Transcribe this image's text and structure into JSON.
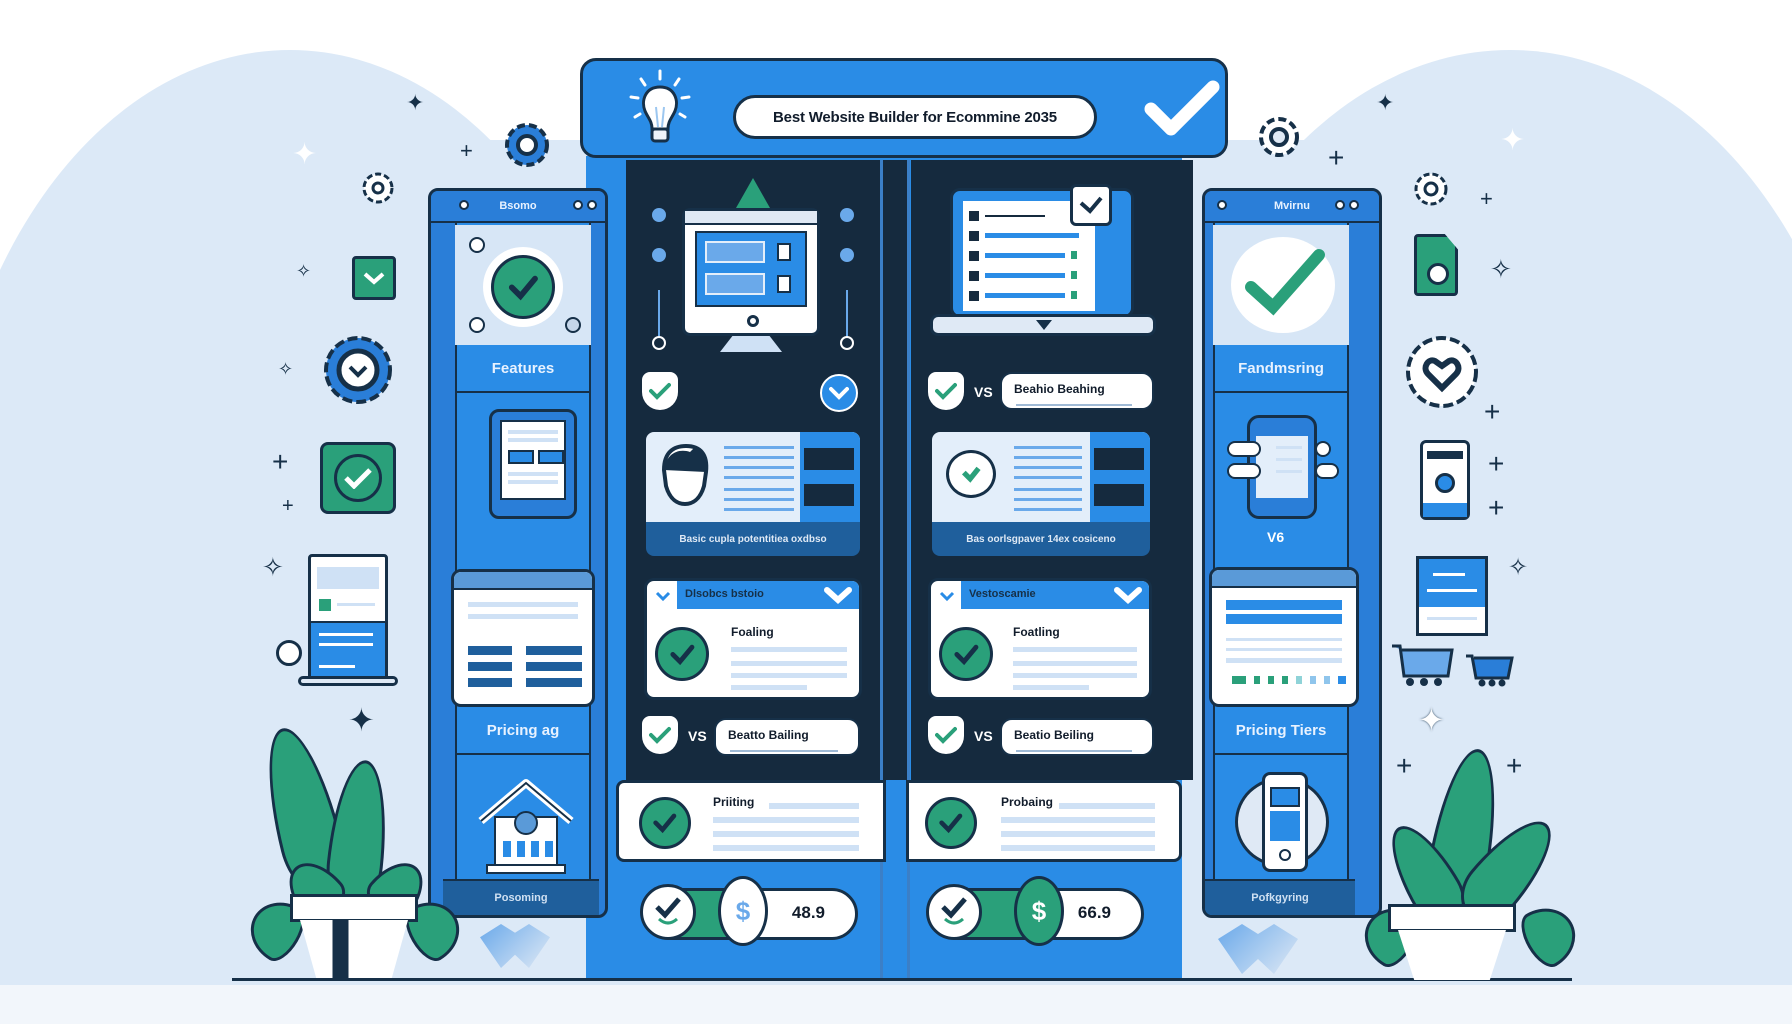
{
  "header": {
    "title": "Best Website Builder for Ecommine 2035",
    "left_icon": "lightbulb-icon",
    "right_icon": "checkmark-icon"
  },
  "colors": {
    "primary_blue": "#2a8ce6",
    "dark_navy": "#152a3e",
    "outline": "#163048",
    "accent_green": "#2aa07a",
    "light_bg": "#dce9f7"
  },
  "left_panel": {
    "title": "Bsomo",
    "hero_icon": "check-badge-icon",
    "section1_label": "Features",
    "section2_label": "Pricing ag",
    "footer": "Posoming"
  },
  "right_panel": {
    "title": "Mvirnu",
    "hero_icon": "checkmark-icon",
    "section1_label": "Fandmsring",
    "vs_label": "V6",
    "section2_label": "Pricing Tiers",
    "footer": "Pofkgyring"
  },
  "center_left": {
    "profile_caption": "Basic cupla potentitiea oxdbso",
    "feature_card": {
      "header": "Dlsobcs bstoio",
      "title": "Foaling"
    },
    "vs_label": "VS",
    "compare_title": "Beatto Bailing",
    "pricing_title": "Priiting",
    "price_value": "48.9"
  },
  "center_right": {
    "compare_top_title": "Beahio Beahing",
    "profile_caption": "Bas oorlsgpaver 14ex cosiceno",
    "feature_card": {
      "header": "Vestoscamie",
      "title": "Foatling"
    },
    "vs_label": "VS",
    "compare_title": "Beatio Beiling",
    "pricing_title": "Probaing",
    "price_value": "66.9"
  },
  "vs_top": "VS"
}
